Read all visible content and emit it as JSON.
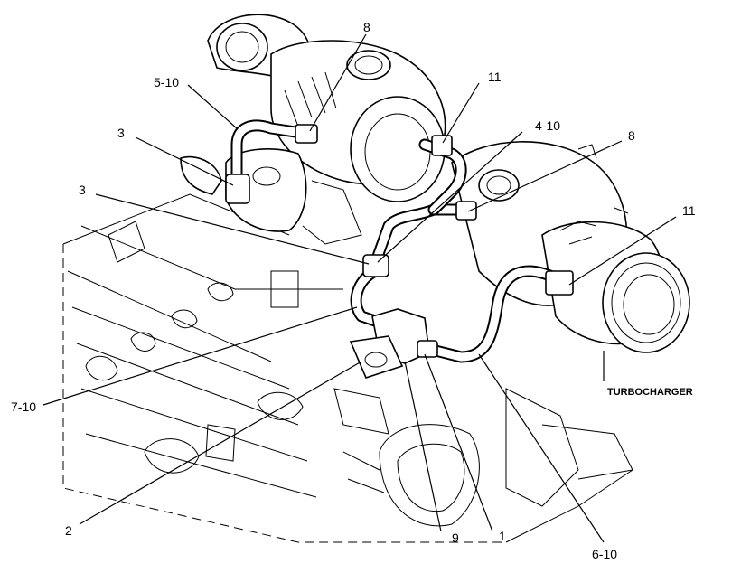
{
  "diagram": {
    "component_label": "TURBOCHARGER",
    "callouts": [
      "8",
      "11",
      "5-10",
      "3",
      "4-10",
      "8",
      "3",
      "11",
      "7-10",
      "2",
      "9",
      "1",
      "6-10"
    ]
  }
}
